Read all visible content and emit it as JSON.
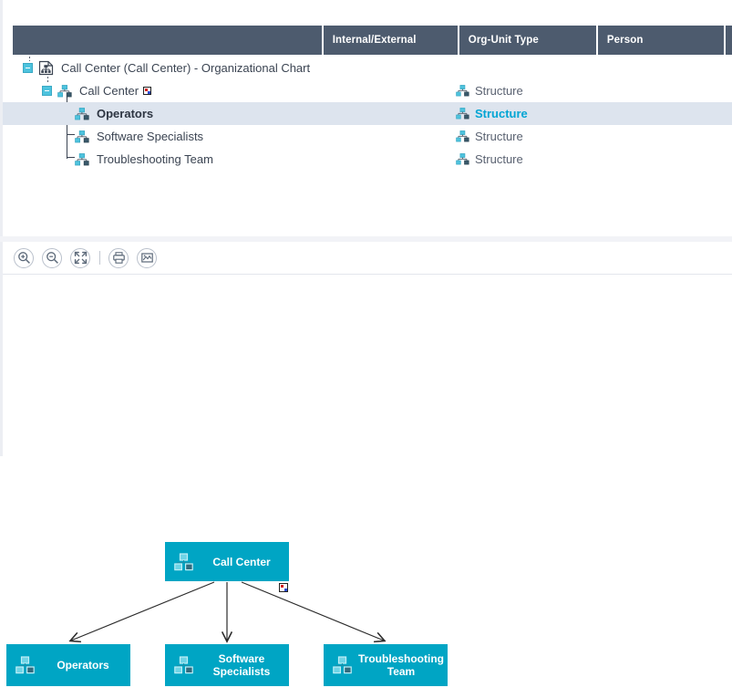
{
  "table": {
    "columns": [
      {
        "id": "name",
        "label": ""
      },
      {
        "id": "internal_external",
        "label": "Internal/External"
      },
      {
        "id": "org_unit_type",
        "label": "Org-Unit Type"
      },
      {
        "id": "person",
        "label": "Person"
      }
    ],
    "rows": [
      {
        "name": "Call Center (Call Center) - Organizational Chart",
        "icon": "org-chart-root-icon",
        "internal_external": "",
        "org_unit_type": "",
        "person": "",
        "level": 0,
        "selected": false,
        "expanded": true,
        "badge": false
      },
      {
        "name": "Call Center",
        "icon": "org-unit-icon",
        "internal_external": "",
        "org_unit_type": "Structure",
        "person": "",
        "level": 1,
        "selected": false,
        "expanded": true,
        "badge": true
      },
      {
        "name": "Operators",
        "icon": "org-unit-icon",
        "internal_external": "",
        "org_unit_type": "Structure",
        "person": "",
        "level": 2,
        "selected": true,
        "expanded": false,
        "badge": false
      },
      {
        "name": "Software Specialists",
        "icon": "org-unit-icon",
        "internal_external": "",
        "org_unit_type": "Structure",
        "person": "",
        "level": 2,
        "selected": false,
        "expanded": false,
        "badge": false
      },
      {
        "name": "Troubleshooting Team",
        "icon": "org-unit-icon",
        "internal_external": "",
        "org_unit_type": "Structure",
        "person": "",
        "level": 2,
        "selected": false,
        "expanded": false,
        "badge": false
      }
    ]
  },
  "toolbar": {
    "buttons": [
      {
        "name": "zoom-in-icon",
        "title": "Zoom In"
      },
      {
        "name": "zoom-out-icon",
        "title": "Zoom Out"
      },
      {
        "name": "fit-to-screen-icon",
        "title": "Fit To Screen"
      },
      {
        "name": "print-icon",
        "title": "Print"
      },
      {
        "name": "export-image-icon",
        "title": "Export Image"
      }
    ]
  },
  "diagram": {
    "nodes": [
      {
        "id": "root",
        "label": "Call Center",
        "icon": "org-unit-icon",
        "badge": true
      },
      {
        "id": "n1",
        "label": "Operators",
        "icon": "org-unit-icon",
        "badge": false
      },
      {
        "id": "n2",
        "label": "Software Specialists",
        "icon": "org-unit-icon",
        "badge": false
      },
      {
        "id": "n3",
        "label": "Troubleshooting Team",
        "icon": "org-unit-icon",
        "badge": false
      }
    ],
    "edges": [
      {
        "from": "root",
        "to": "n1"
      },
      {
        "from": "root",
        "to": "n2"
      },
      {
        "from": "root",
        "to": "n3"
      }
    ]
  },
  "colors": {
    "header_bar": "#4d5b6e",
    "node_fill": "#00a5c4",
    "selection": "#dde4ee",
    "accent_text": "#00a5d4",
    "panel_bg": "#ffffff"
  }
}
